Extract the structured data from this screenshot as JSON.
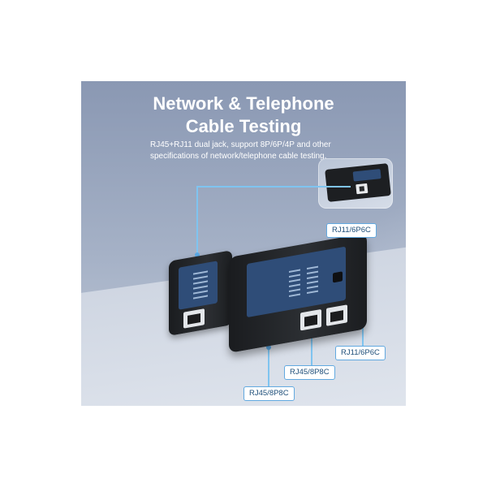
{
  "heading": {
    "title_line1": "Network & Telephone",
    "title_line2": "Cable Testing",
    "subtitle": "RJ45+RJ11 dual jack, support 8P/6P/4P and other specifications of network/telephone cable testing."
  },
  "callouts": {
    "inset_port": "RJ11/6P6C",
    "main_rj11": "RJ11/6P6C",
    "main_rj45": "RJ45/8P8C",
    "remote_rj45": "RJ45/8P8C"
  },
  "colors": {
    "background_top": "#8a98b3",
    "label_border": "#62a9e0",
    "panel_blue": "#2f4d78"
  }
}
